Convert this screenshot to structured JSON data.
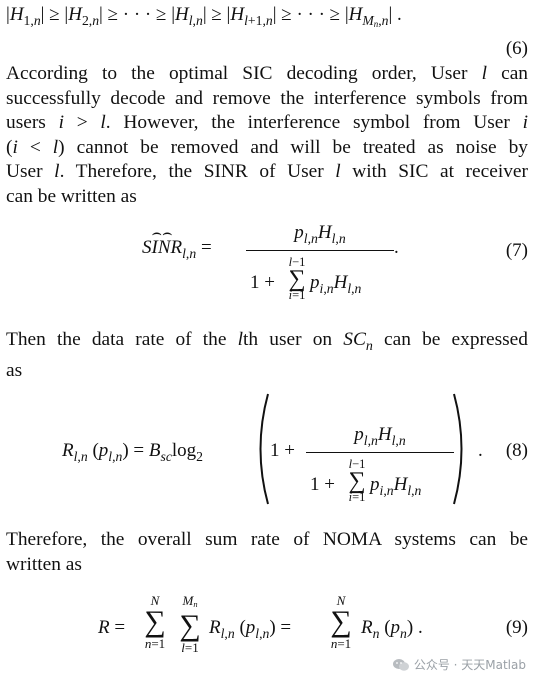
{
  "eq6": {
    "number": "(6)"
  },
  "para1": {
    "lines": [
      "According to the optimal SIC decoding order, User l can",
      "successfully decode and remove the interference symbols from",
      "users i > l. However, the interference symbol from User i",
      "(i < l) cannot be removed and will be treated as noise by",
      "User l. Therefore, the SINR of User l with SIC at receiver",
      "can be written as"
    ]
  },
  "eq7": {
    "number": "(7)"
  },
  "para2": {
    "lines": [
      "Then the data rate of the lth user on SCn can be expressed",
      "as"
    ]
  },
  "eq8": {
    "number": "(8)"
  },
  "para3": {
    "lines": [
      "Therefore, the overall sum rate of NOMA systems can be",
      "written as"
    ]
  },
  "eq9": {
    "number": "(9)"
  },
  "watermark": {
    "text": "公众号 · 天天Matlab",
    "icon": "wechat-icon"
  }
}
